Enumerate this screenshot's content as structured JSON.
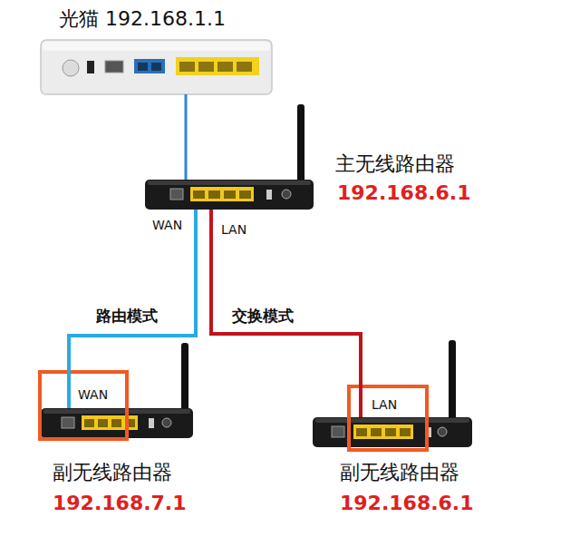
{
  "diagram": {
    "nodes": [
      {
        "text": [
          "光猫 192.168.1.1"
        ]
      },
      {
        "text": [
          "主无线路由器",
          "192.168.6.1"
        ]
      },
      {
        "text": [
          "副无线路由器",
          "192.168.7.1"
        ]
      },
      {
        "text": [
          "副无线路由器",
          "192.168.6.1"
        ]
      }
    ],
    "edges": [
      {
        "from": 0,
        "to": 1,
        "arrow": "none"
      },
      {
        "from": 1,
        "to": 2,
        "label": "路由模式",
        "arrow": "none"
      },
      {
        "from": 1,
        "to": 3,
        "label": "交换模式",
        "arrow": "none"
      }
    ],
    "labels": [
      "WAN",
      "LAN",
      "WAN",
      "LAN"
    ]
  }
}
